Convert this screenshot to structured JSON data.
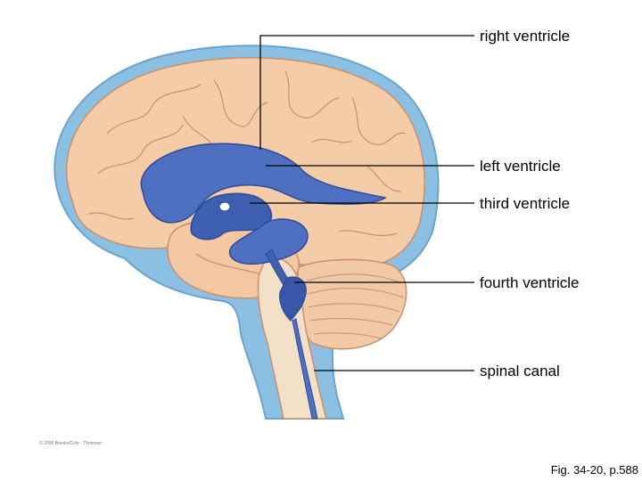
{
  "labels": {
    "right_ventricle": "right ventricle",
    "left_ventricle": "left ventricle",
    "third_ventricle": "third ventricle",
    "fourth_ventricle": "fourth ventricle",
    "spinal_canal": "spinal canal"
  },
  "copyright": "© 2006 Brooks/Cole - Thomson",
  "figure_ref": "Fig. 34-20, p.588",
  "colors": {
    "csf_blue": "#7fb3d8",
    "brain_tissue": "#f2cba8",
    "ventricle_blue": "#4f6fc0",
    "ventricle_dark": "#2f4a99",
    "leader_line": "#000000"
  }
}
